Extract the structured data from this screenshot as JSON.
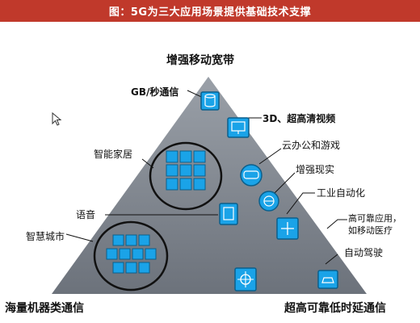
{
  "header": {
    "title": "图：5G为三大应用场景提供基础技术支撑"
  },
  "diagram": {
    "apex_top": "增强移动宽带",
    "apex_left": "海量机器类通信",
    "apex_right": "超高可靠低时延通信",
    "labels": {
      "gbps": "GB/秒通信",
      "video": "3D、超高清视频",
      "cloud": "云办公和游戏",
      "ar": "增强现实",
      "smart_home": "智能家居",
      "industrial": "工业自动化",
      "voice": "语音",
      "reliable": "高可靠应用，\n如移动医疗",
      "smart_city": "智慧城市",
      "autonomous": "自动驾驶"
    }
  },
  "colors": {
    "banner": "#c0392b",
    "triangle": "#7a7f88",
    "icon_fill": "#1aa3e8",
    "icon_border": "#0a5f8c",
    "circle": "#111111"
  }
}
